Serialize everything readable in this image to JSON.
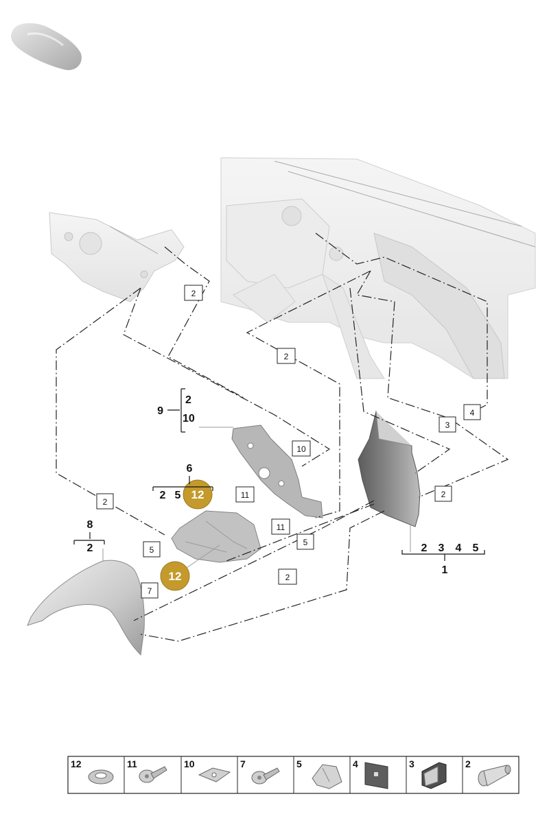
{
  "callouts": {
    "c2a": "2",
    "c2b": "2",
    "c2c": "2",
    "c2d": "2",
    "c2e": "2",
    "c3": "3",
    "c4": "4",
    "c5a": "5",
    "c5b": "5",
    "c7": "7",
    "c10": "10",
    "c11a": "11",
    "c11b": "11",
    "badge12a": "12",
    "badge12b": "12"
  },
  "groups": {
    "g9": {
      "parent": "9",
      "child1": "2",
      "child2": "10"
    },
    "g6": {
      "parent": "6",
      "child1": "2",
      "child2": "5"
    },
    "g8": {
      "parent": "8",
      "child1": "2"
    },
    "g1": {
      "parent": "1",
      "children": [
        "2",
        "3",
        "4",
        "5"
      ]
    }
  },
  "legend": {
    "cells": [
      {
        "num": "12",
        "icon": "bushing-ring-icon"
      },
      {
        "num": "11",
        "icon": "screw-icon"
      },
      {
        "num": "10",
        "icon": "clip-nut-icon"
      },
      {
        "num": "7",
        "icon": "screw-icon"
      },
      {
        "num": "5",
        "icon": "retaining-clip-icon"
      },
      {
        "num": "4",
        "icon": "pad-icon"
      },
      {
        "num": "3",
        "icon": "bracket-clip-icon"
      },
      {
        "num": "2",
        "icon": "rivet-sleeve-icon"
      }
    ]
  },
  "colors": {
    "badge": "#c49a2c",
    "part_dark": "#6e6e6e",
    "part_light": "#d6d6d6",
    "background_body": "#efefef"
  }
}
